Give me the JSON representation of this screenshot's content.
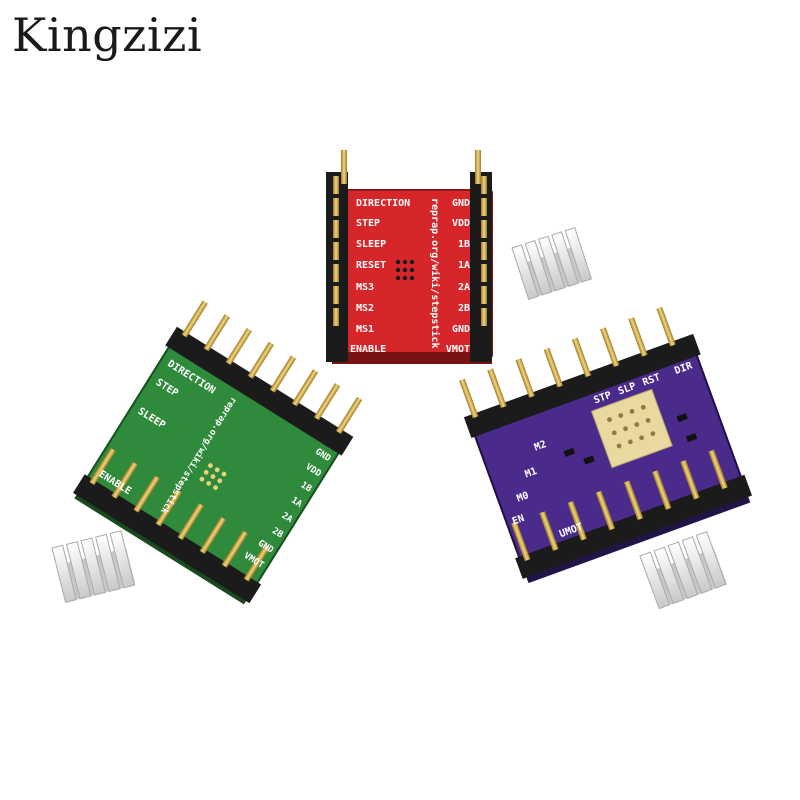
{
  "brand": {
    "name": "Kingzizi"
  },
  "colors": {
    "red_board": "#d6262a",
    "green_board": "#2f8a3b",
    "purple_board": "#4a2a8a",
    "pin_gold": "#d8b24a",
    "header_black": "#1b1b1b",
    "heatsink": "#e6e6e6",
    "silkscreen": "#ffffff"
  },
  "boards": {
    "red": {
      "left_labels": [
        "DIRECTION",
        "STEP",
        "SLEEP",
        "RESET",
        "MS3",
        "MS2",
        "MS1",
        "ENABLE"
      ],
      "right_labels": [
        "GND",
        "VDD",
        "1B",
        "1A",
        "2A",
        "2B",
        "GND",
        "VMOT"
      ],
      "center_text": "reprap.org/wiki/stepstick"
    },
    "green": {
      "left_labels": [
        "DIRECTION",
        "STEP",
        "SLEEP",
        "ENABLE"
      ],
      "right_labels": [
        "GND",
        "VDD",
        "1B",
        "1A",
        "2A",
        "2B",
        "GND",
        "VMOT"
      ],
      "center_text": "reprap.org/wiki/stepstick"
    },
    "purple": {
      "labels": [
        "STP",
        "SLP",
        "RST",
        "DIR",
        "M2",
        "M1",
        "M0",
        "EN",
        "UMOT"
      ]
    }
  }
}
